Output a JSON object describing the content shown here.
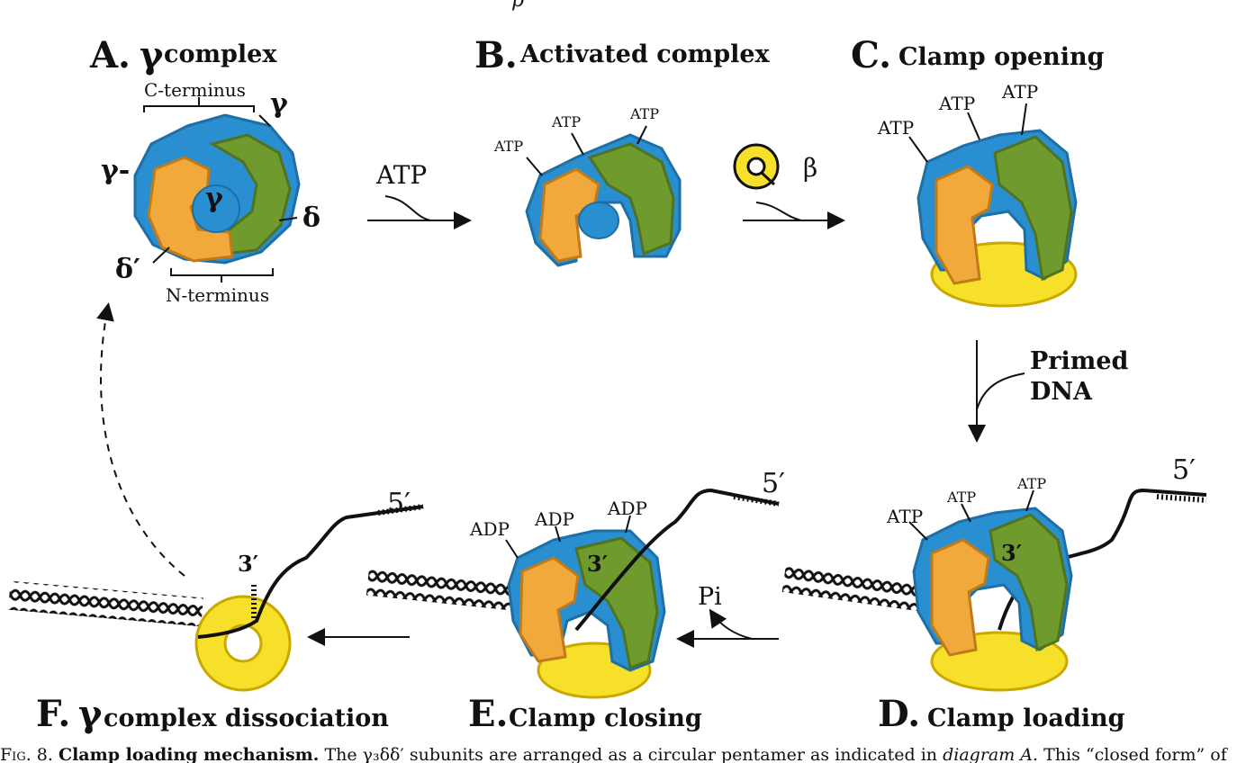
{
  "colors": {
    "gamma": "#2a8fd0",
    "gamma_dark": "#1e6fa6",
    "delta": "#6f9a2e",
    "delta_prime": "#f2a93b",
    "beta": "#f6e02a",
    "beta_dark": "#c9a800"
  },
  "top_fragment": "p",
  "panels": {
    "A": {
      "letter": "A.",
      "title_symbol": "γ",
      "title": "complex",
      "c_terminus": "C-terminus",
      "n_terminus": "N-terminus",
      "gamma_top": "γ",
      "gamma_left": "γ-",
      "gamma_center": "γ",
      "delta": "δ",
      "delta_prime": "δ′"
    },
    "B": {
      "letter": "B.",
      "title": "Activated complex",
      "atp1": "ATP",
      "atp2": "ATP",
      "atp3": "ATP"
    },
    "C": {
      "letter": "C.",
      "title": "Clamp opening",
      "atp1": "ATP",
      "atp2": "ATP",
      "atp3": "ATP"
    },
    "D": {
      "letter": "D.",
      "title": "Clamp loading",
      "atp1": "ATP",
      "atp2": "ATP",
      "atp3": "ATP",
      "end5": "5′",
      "end3": "3′"
    },
    "E": {
      "letter": "E.",
      "title": "Clamp closing",
      "adp1": "ADP",
      "adp2": "ADP",
      "adp3": "ADP",
      "end5": "5′",
      "end3": "3′"
    },
    "F": {
      "letter": "F.",
      "title_symbol": "γ",
      "title": "complex dissociation",
      "end5": "5′",
      "end3": "3′"
    }
  },
  "arrows": {
    "ab": "ATP",
    "bc": "β",
    "cd_line1": "Primed",
    "cd_line2": "DNA",
    "de": "Pi"
  },
  "caption": {
    "fig": "Fig. 8.",
    "bold": "Clamp loading mechanism.",
    "text1": "The γ₃δδ′ subunits are arranged as a circular pentamer as indicated in",
    "italic": "diagram A.",
    "text2": "This “closed form” of"
  }
}
